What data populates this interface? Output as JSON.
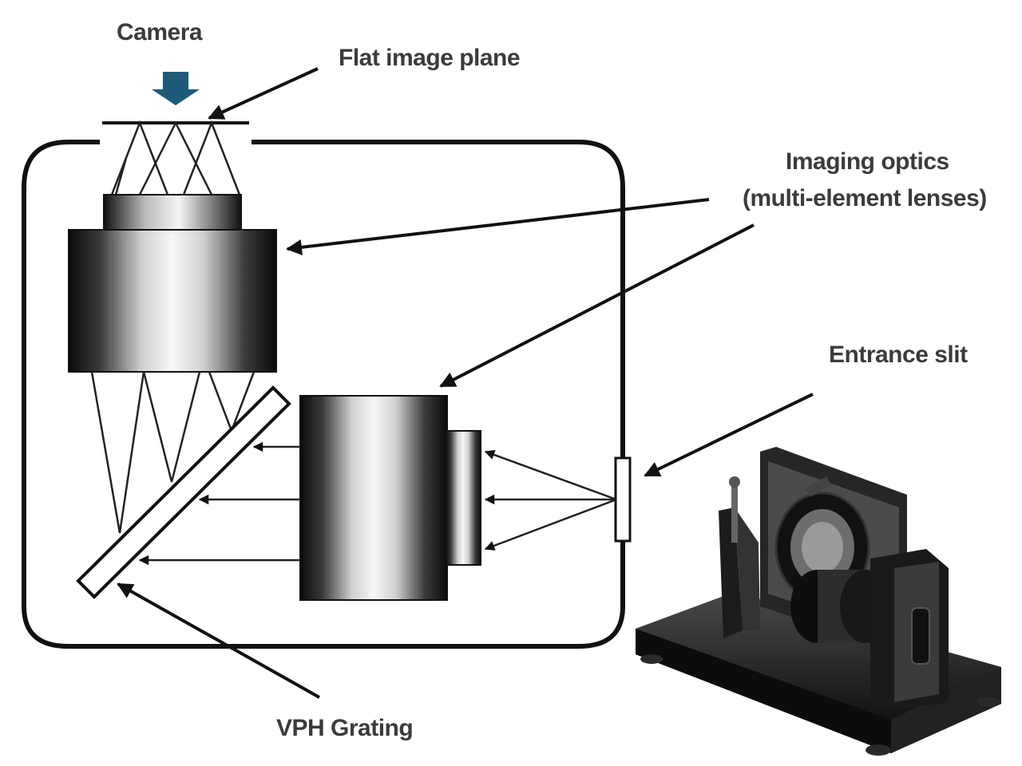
{
  "labels": {
    "camera": "Camera",
    "flat_image_plane": "Flat image plane",
    "imaging_optics_line1": "Imaging optics",
    "imaging_optics_line2": "(multi-element lenses)",
    "entrance_slit": "Entrance slit",
    "vph_grating": "VPH Grating"
  },
  "colors": {
    "camera_arrow": "#1e5a78",
    "outline": "#111111",
    "text": "#3b3b3b"
  }
}
